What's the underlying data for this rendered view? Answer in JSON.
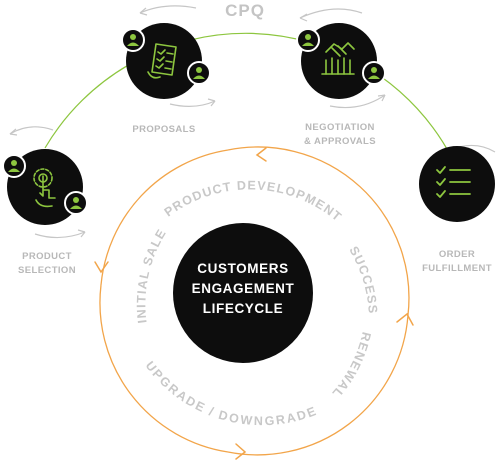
{
  "cpq_label": "CPQ",
  "nodes": {
    "proposals": {
      "label": "PROPOSALS",
      "icon": "document-checklist-icon"
    },
    "negotiation": {
      "label_line1": "NEGOTIATION",
      "label_line2": "& APPROVALS",
      "icon": "handshake-icon"
    },
    "product_selection": {
      "label_line1": "PRODUCT",
      "label_line2": "SELECTION",
      "icon": "touch-gear-icon"
    },
    "order_fulfillment": {
      "label_line1": "ORDER",
      "label_line2": "FULFILLMENT",
      "icon": "checklist-icon"
    }
  },
  "lifecycle": {
    "center_line1": "CUSTOMERS",
    "center_line2": "ENGAGEMENT",
    "center_line3": "LIFECYCLE",
    "stages": {
      "product_development": "PRODUCT DEVELOPMENT",
      "success": "SUCCESS",
      "renewal": "RENEWAL",
      "upgrade_downgrade": "UPGRADE / DOWNGRADE",
      "initial_sale": "INITIAL SALE"
    }
  },
  "colors": {
    "node_fill": "#0d0d0d",
    "icon_green": "#8dc63f",
    "outer_arc": "#8dc63f",
    "inner_arc": "#f2a54a",
    "label_grey": "#b8b8b8"
  }
}
